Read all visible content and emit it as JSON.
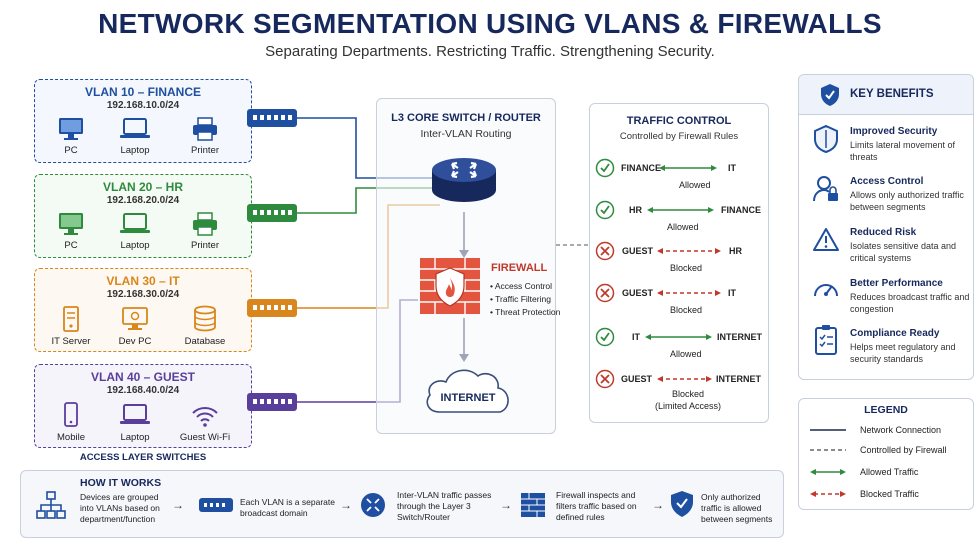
{
  "title": "NETWORK SEGMENTATION USING VLANS & FIREWALLS",
  "subtitle": "Separating Departments. Restricting Traffic. Strengthening Security.",
  "colors": {
    "finance": "#1f4fa0",
    "hr": "#2e8b3e",
    "it": "#d9861c",
    "guest": "#5a3e9c",
    "allowed": "#2e8b3e",
    "blocked": "#c0392b",
    "navy": "#16285c"
  },
  "vlans": [
    {
      "title": "VLAN 10 – FINANCE",
      "subnet": "192.168.10.0/24",
      "devices": [
        "PC",
        "Laptop",
        "Printer"
      ]
    },
    {
      "title": "VLAN 20 – HR",
      "subnet": "192.168.20.0/24",
      "devices": [
        "PC",
        "Laptop",
        "Printer"
      ]
    },
    {
      "title": "VLAN 30 – IT",
      "subnet": "192.168.30.0/24",
      "devices": [
        "IT Server",
        "Dev PC",
        "Database"
      ]
    },
    {
      "title": "VLAN 40 – GUEST",
      "subnet": "192.168.40.0/24",
      "devices": [
        "Mobile",
        "Laptop",
        "Guest Wi-Fi"
      ]
    }
  ],
  "access_label": "ACCESS LAYER SWITCHES",
  "core": {
    "title": "L3 CORE SWITCH / ROUTER",
    "subtitle": "Inter-VLAN Routing"
  },
  "firewall": {
    "title": "FIREWALL",
    "items": [
      "• Access Control",
      "• Traffic Filtering",
      "• Threat Protection"
    ]
  },
  "internet": "INTERNET",
  "traffic": {
    "title": "TRAFFIC CONTROL",
    "subtitle": "Controlled by Firewall Rules",
    "rules": [
      {
        "from": "FINANCE",
        "to": "IT",
        "status": "Allowed",
        "allowed": true
      },
      {
        "from": "HR",
        "to": "FINANCE",
        "status": "Allowed",
        "allowed": true
      },
      {
        "from": "GUEST",
        "to": "HR",
        "status": "Blocked",
        "allowed": false
      },
      {
        "from": "GUEST",
        "to": "IT",
        "status": "Blocked",
        "allowed": false
      },
      {
        "from": "IT",
        "to": "INTERNET",
        "status": "Allowed",
        "allowed": true
      },
      {
        "from": "GUEST",
        "to": "INTERNET",
        "status": "Blocked",
        "status2": "(Limited Access)",
        "allowed": false
      }
    ]
  },
  "benefits": {
    "title": "KEY BENEFITS",
    "items": [
      {
        "title": "Improved Security",
        "desc": "Limits lateral movement of threats",
        "icon": "shield-icon"
      },
      {
        "title": "Access Control",
        "desc": "Allows only authorized traffic between segments",
        "icon": "user-lock-icon"
      },
      {
        "title": "Reduced Risk",
        "desc": "Isolates sensitive data and critical systems",
        "icon": "warning-icon"
      },
      {
        "title": "Better Performance",
        "desc": "Reduces broadcast traffic and congestion",
        "icon": "gauge-icon"
      },
      {
        "title": "Compliance Ready",
        "desc": "Helps meet regulatory and security standards",
        "icon": "clipboard-icon"
      }
    ]
  },
  "legend": {
    "title": "LEGEND",
    "items": [
      "Network Connection",
      "Controlled by Firewall",
      "Allowed Traffic",
      "Blocked Traffic"
    ]
  },
  "how": {
    "title": "HOW IT WORKS",
    "steps": [
      "Devices are grouped into VLANs based on department/function",
      "Each VLAN is a separate broadcast domain",
      "Inter-VLAN traffic passes through the Layer 3 Switch/Router",
      "Firewall inspects and filters traffic based on defined rules",
      "Only authorized traffic is allowed between segments"
    ]
  }
}
